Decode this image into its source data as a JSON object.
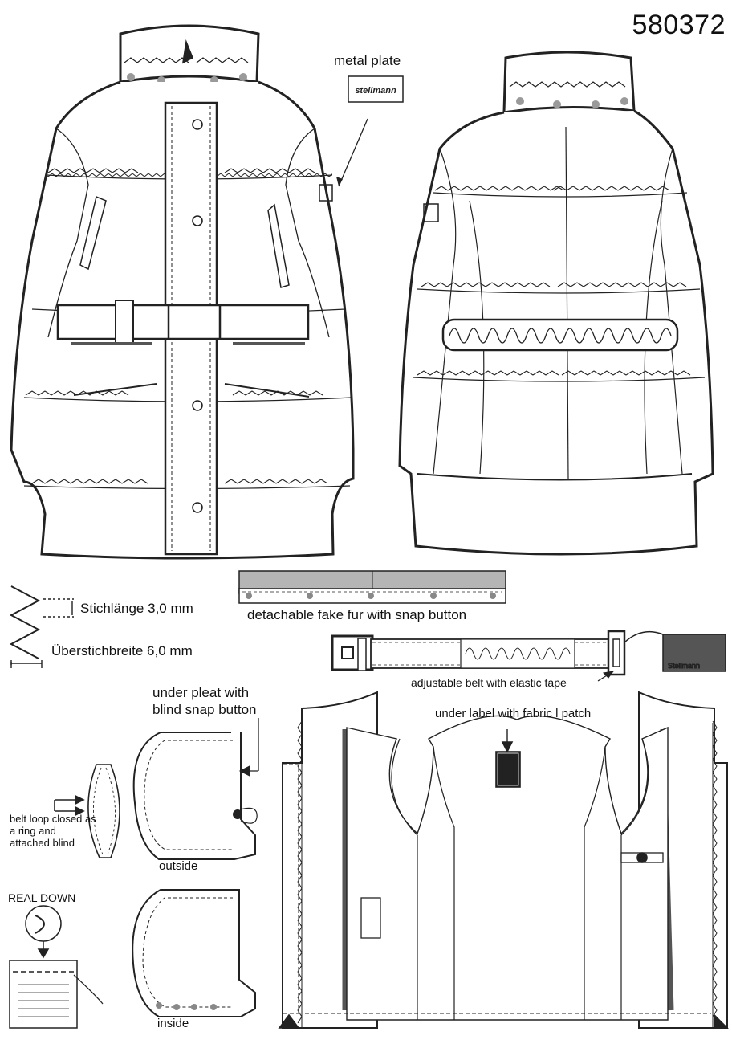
{
  "sheet": {
    "style_number": "580372"
  },
  "callouts": {
    "metal_plate": "metal plate",
    "plate_text": "steilmann",
    "stitch_length": "Stichlänge 3,0 mm",
    "overstitch_width": "Überstichbreite 6,0 mm",
    "fake_fur": "detachable fake fur with snap button",
    "belt": "adjustable belt with elastic tape",
    "belt_tag": "Steilmann",
    "under_pleat": "under pleat with blind snap button",
    "under_label": "under label with fabric l patch",
    "belt_loop": "belt loop closed as a ring and attached blind",
    "outside": "outside",
    "inside": "inside",
    "real_down": "REAL  DOWN"
  },
  "colors": {
    "line": "#222222",
    "fur_grey": "#b5b5b5",
    "snap_grey": "#9a9a9a",
    "dark_band": "#555555"
  }
}
